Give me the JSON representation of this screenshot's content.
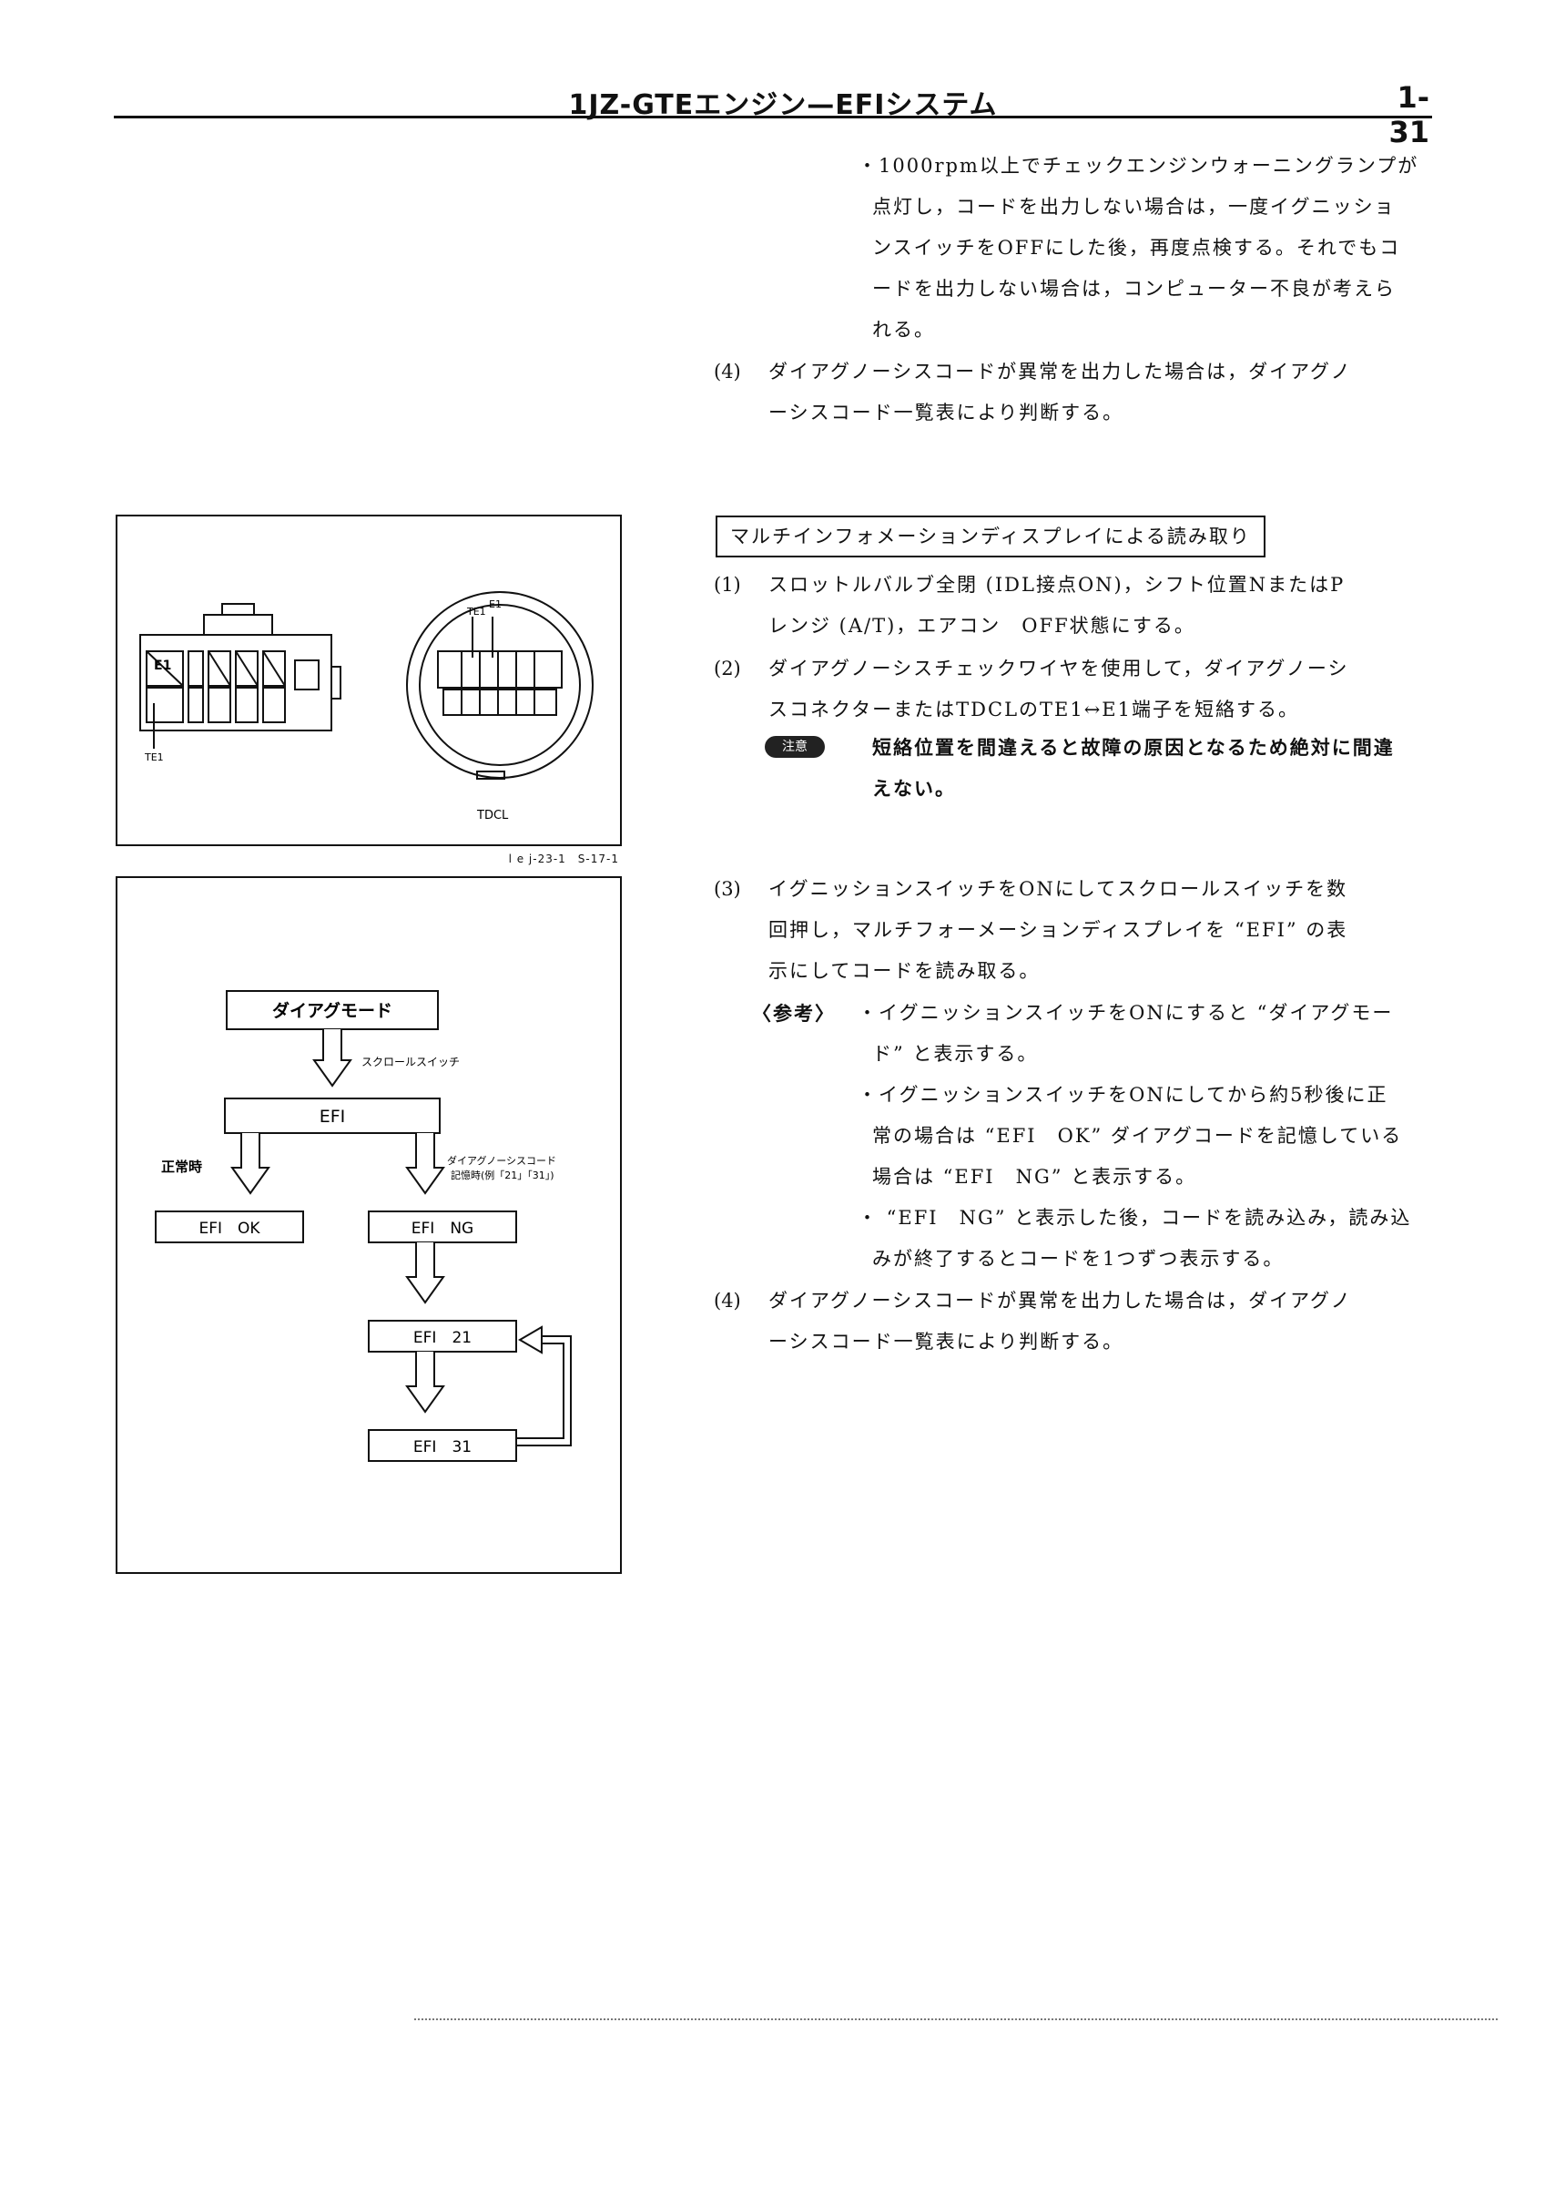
{
  "header": {
    "title": "1JZ-GTEエンジン—EFIシステム",
    "page_number": "1-31"
  },
  "top_section": {
    "bullet_1": [
      "・1000rpm以上でチェックエンジンウォーニングランプが",
      "点灯し，コードを出力しない場合は，一度イグニッショ",
      "ンスイッチをOFFにした後，再度点検する。それでもコ",
      "ードを出力しない場合は，コンピューター不良が考えら",
      "れる。"
    ],
    "step_4_num": "(4)",
    "step_4": [
      "ダイアグノーシスコードが異常を出力した場合は，ダイアグノ",
      "ーシスコード一覧表により判断する。"
    ]
  },
  "multi_section": {
    "heading": "マルチインフォメーションディスプレイによる読み取り",
    "step_1_num": "(1)",
    "step_1": [
      "スロットルバルブ全閉 (IDL接点ON)，シフト位置NまたはP",
      "レンジ (A/T)，エアコン　OFF状態にする。"
    ],
    "step_2_num": "(2)",
    "step_2": [
      "ダイアグノーシスチェックワイヤを使用して，ダイアグノーシ",
      "スコネクターまたはTDCLのTE1↔E1端子を短絡する。"
    ],
    "caution_badge": "注意",
    "caution": [
      "短絡位置を間違えると故障の原因となるため絶対に間違",
      "えない。"
    ],
    "step_3_num": "(3)",
    "step_3": [
      "イグニッションスイッチをONにしてスクロールスイッチを数",
      "回押し，マルチフォーメーションディスプレイを “EFI” の表",
      "示にしてコードを読み取る。"
    ],
    "ref_label": "〈参考〉",
    "ref_bullet_1": [
      "・イグニッションスイッチをONにすると “ダイアグモー",
      "ド” と表示する。"
    ],
    "ref_bullet_2": [
      "・イグニッションスイッチをONにしてから約5秒後に正",
      "常の場合は “EFI　OK” ダイアグコードを記憶している",
      "場合は “EFI　NG” と表示する。"
    ],
    "ref_bullet_3": [
      "・ “EFI　NG” と表示した後，コードを読み込み，読み込",
      "みが終了するとコードを1つずつ表示する。"
    ],
    "step_4_num": "(4)",
    "step_4": [
      "ダイアグノーシスコードが異常を出力した場合は，ダイアグノ",
      "ーシスコード一覧表により判断する。"
    ]
  },
  "connector_figure": {
    "label_e1": "E1",
    "label_te1": "TE1",
    "label_tc_top": "TE1",
    "label_e_top": "E1",
    "label_tdcl": "TDCL",
    "caption": "l e j-23-1　S-17-1"
  },
  "flow_figure": {
    "diag_mode": "ダイアグモード",
    "scroll_switch": "スクロールスイッチ",
    "efi": "EFI",
    "normal_label": "正常時",
    "memory_label_1": "ダイアグノーシスコード",
    "memory_label_2": "記憶時(例「21」「31」)",
    "efi_ok": "EFI　OK",
    "efi_ng": "EFI　NG",
    "efi_21": "EFI　21",
    "efi_31": "EFI　31"
  }
}
